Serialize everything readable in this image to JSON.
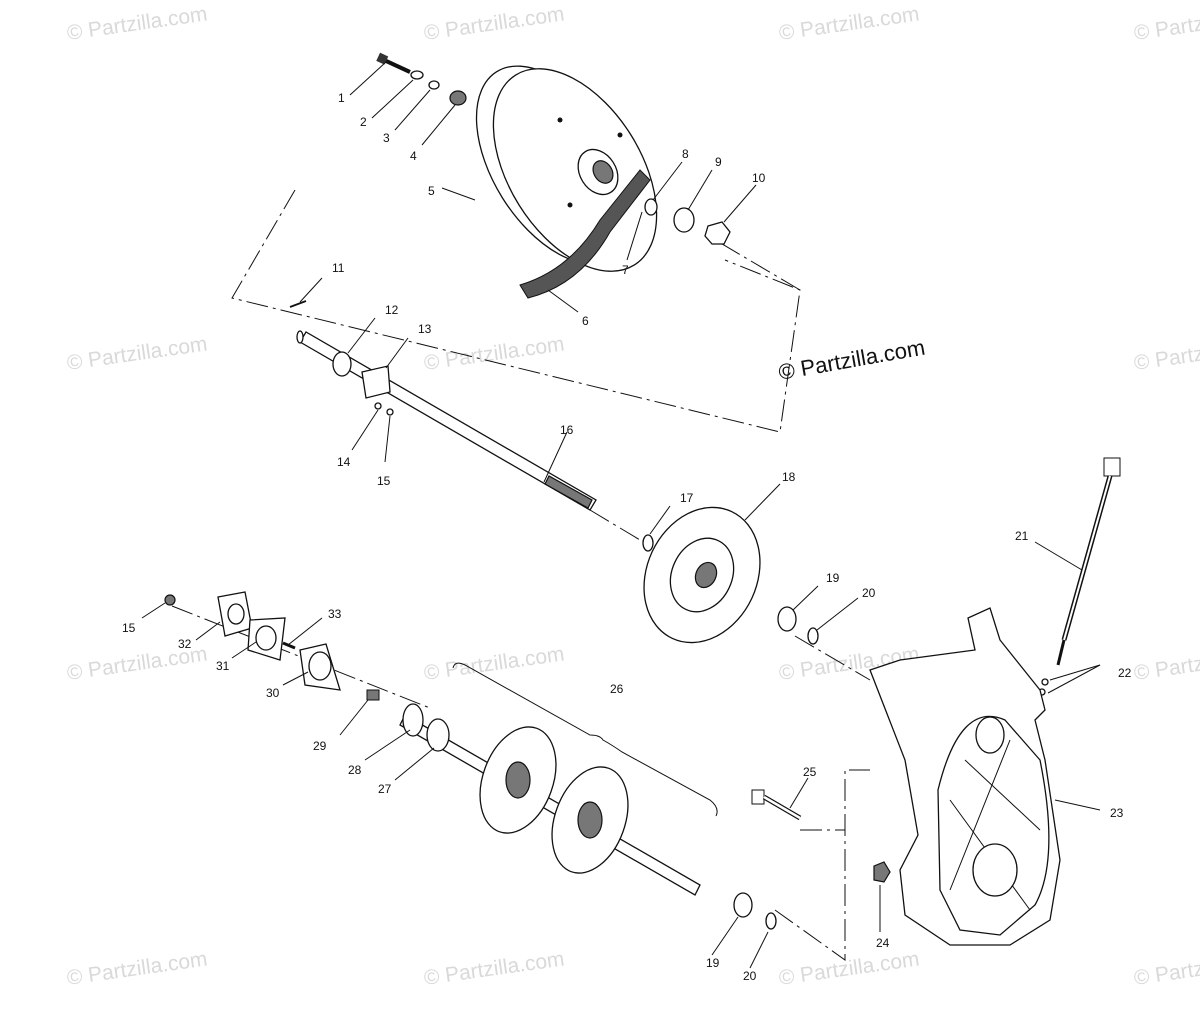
{
  "watermark": "© Partzilla.com",
  "copyright": "© Partzilla.com",
  "callouts": [
    "1",
    "2",
    "3",
    "4",
    "5",
    "6",
    "7",
    "8",
    "9",
    "10",
    "11",
    "12",
    "13",
    "14",
    "15",
    "16",
    "17",
    "18",
    "19",
    "20",
    "21",
    "22",
    "23",
    "24",
    "25",
    "26",
    "27",
    "28",
    "29",
    "30",
    "31",
    "32",
    "33"
  ],
  "callout_extra": {
    "p15b": "15",
    "p19b": "19",
    "p20b": "20"
  }
}
